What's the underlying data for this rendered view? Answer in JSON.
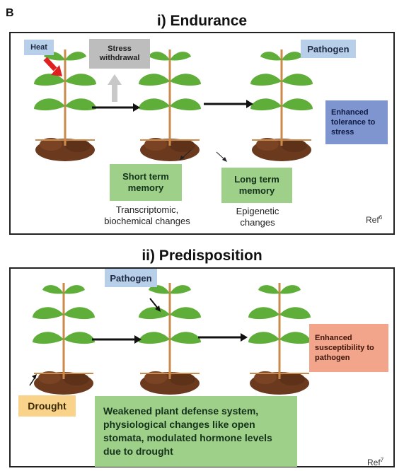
{
  "panel_letter": "B",
  "section1": {
    "title": "i) Endurance",
    "heat": "Heat",
    "stress_withdrawal": "Stress withdrawal",
    "pathogen": "Pathogen",
    "enhanced_tolerance": "Enhanced tolerance to stress",
    "short_term": "Short term memory",
    "long_term": "Long term memory",
    "transcriptomic": "Transcriptomic, biochemical changes",
    "epigenetic": "Epigenetic changes",
    "ref": "Ref",
    "ref_sup": "6"
  },
  "section2": {
    "title": "ii) Predisposition",
    "pathogen": "Pathogen",
    "drought": "Drought",
    "enhanced_susceptibility": "Enhanced susceptibility to pathogen",
    "weakened": "Weakened plant defense system, physiological changes like open stomata, modulated hormone levels due to drought",
    "ref": "Ref",
    "ref_sup": "7"
  },
  "colors": {
    "leaf": "#5fae3a",
    "stem": "#c98a4b",
    "soil": "#6b3a1e",
    "heat_arrow": "#e02020",
    "grey_arrow": "#c8c8c8"
  }
}
